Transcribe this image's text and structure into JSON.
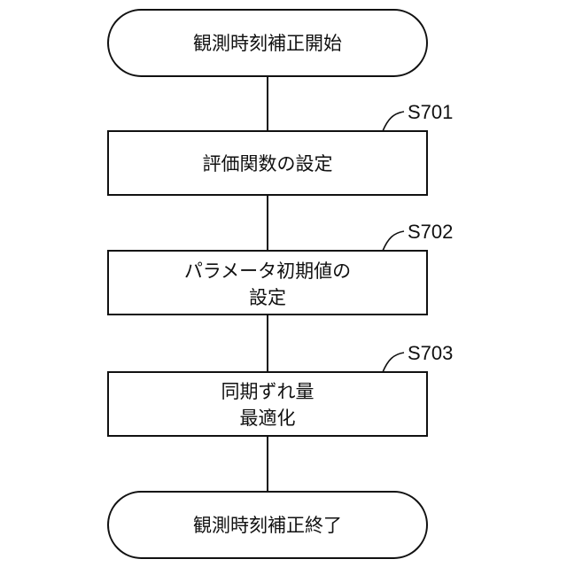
{
  "flowchart": {
    "start": {
      "label": "観測時刻補正開始"
    },
    "steps": [
      {
        "id": "S701",
        "lines": [
          "評価関数の設定"
        ]
      },
      {
        "id": "S702",
        "lines": [
          "パラメータ初期値の",
          "設定"
        ]
      },
      {
        "id": "S703",
        "lines": [
          "同期ずれ量",
          "最適化"
        ]
      }
    ],
    "end": {
      "label": "観測時刻補正終了"
    }
  }
}
